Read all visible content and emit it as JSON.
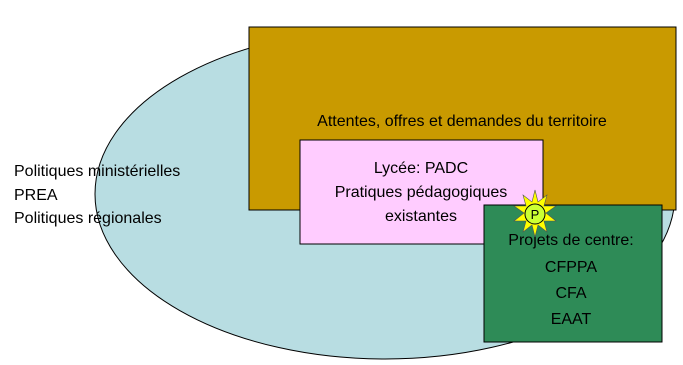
{
  "outer": {
    "lines": [
      "Politiques ministérielles",
      "PREA",
      "Politiques régionales"
    ]
  },
  "territory_box": {
    "label": "Attentes, offres et demandes du territoire"
  },
  "lycee_box": {
    "lines": [
      "Lycée: PADC",
      "Pratiques pédagogiques",
      "existantes"
    ]
  },
  "projects_box": {
    "lines": [
      "Projets de centre:",
      "CFPPA",
      "CFA",
      "EAAT"
    ]
  },
  "badge": {
    "label": "P"
  },
  "colors": {
    "ellipse": "#b8dde2",
    "territory": "#c99a00",
    "lycee": "#ffccff",
    "projects": "#2e8b57",
    "badge": "#ccff33",
    "badge_star": "#ffff00",
    "outline": "#000000"
  }
}
